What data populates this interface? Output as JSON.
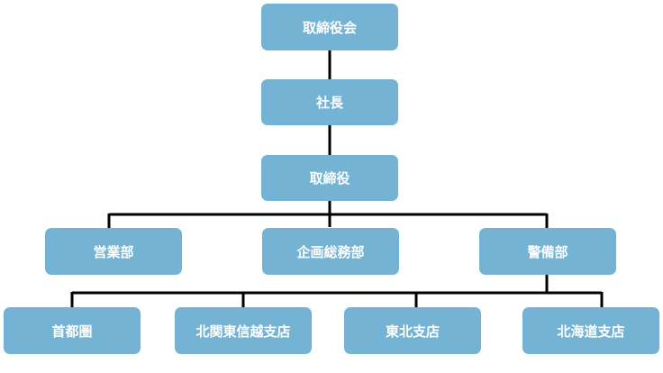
{
  "colors": {
    "node_fill": "#74b3d3",
    "node_text": "#ffffff",
    "connector": "#000000"
  },
  "nodes": {
    "board": "取締役会",
    "president": "社長",
    "director": "取締役",
    "sales": "営業部",
    "planning": "企画総務部",
    "security": "警備部",
    "shutoken": "首都圏",
    "kitakanto": "北関東信越支店",
    "tohoku": "東北支店",
    "hokkaido": "北海道支店"
  }
}
